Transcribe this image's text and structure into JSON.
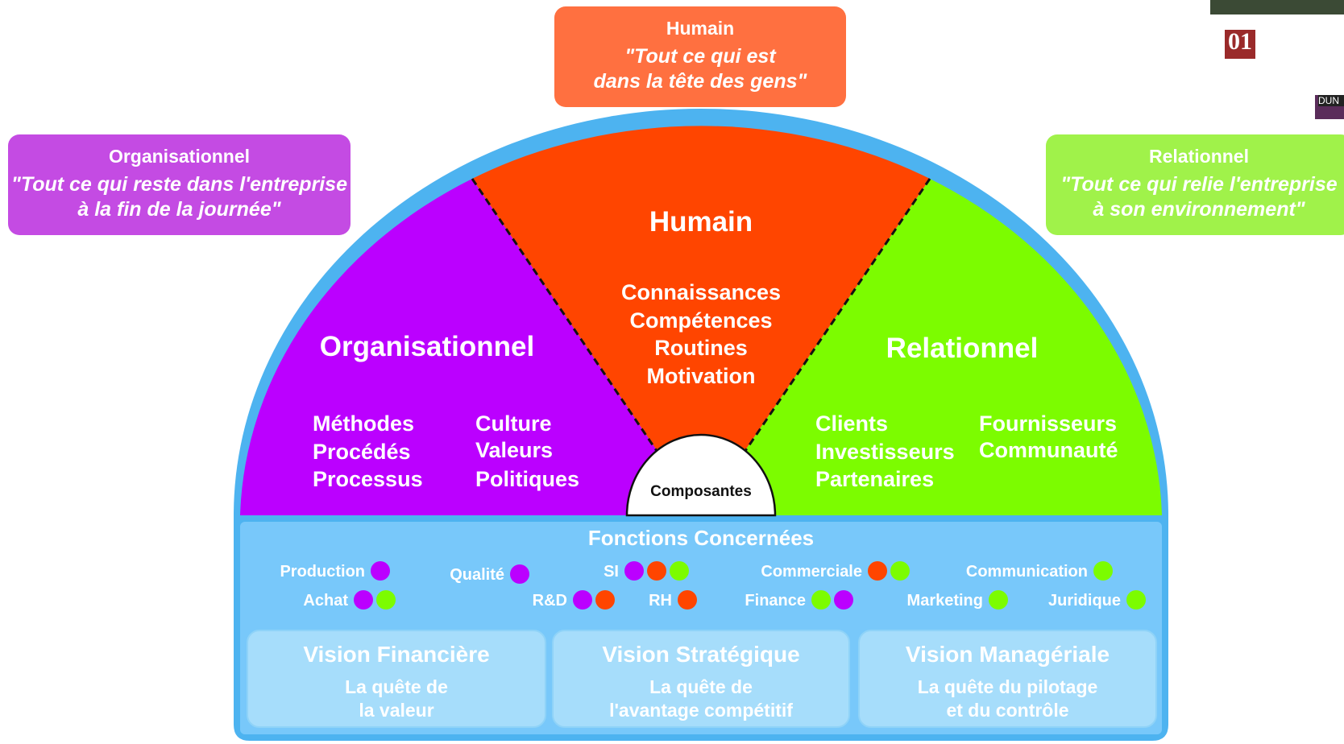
{
  "top_boxes": {
    "humain": {
      "title": "Humain",
      "quote_line1": "\"Tout ce qui est",
      "quote_line2": "dans la tête des gens\""
    },
    "organisationnel": {
      "title": "Organisationnel",
      "quote_line1": "\"Tout ce qui reste dans l'entreprise",
      "quote_line2": "à la fin de la journée\""
    },
    "relationnel": {
      "title": "Relationnel",
      "quote_line1": "\"Tout ce qui relie l'entreprise",
      "quote_line2": "à son environnement\""
    }
  },
  "sectors": {
    "humain": {
      "title": "Humain",
      "items": [
        "Connaissances",
        "Compétences",
        "Routines",
        "Motivation"
      ]
    },
    "organisationnel": {
      "title": "Organisationnel",
      "col1": [
        "Méthodes",
        "Procédés",
        "Processus"
      ],
      "col2": [
        "Culture",
        "Valeurs",
        "Politiques"
      ]
    },
    "relationnel": {
      "title": "Relationnel",
      "col1": [
        "Clients",
        "Investisseurs",
        "Partenaires"
      ],
      "col2": [
        "Fournisseurs",
        "Communauté"
      ]
    },
    "center_label": "Composantes"
  },
  "fonctions": {
    "title": "Fonctions Concernées",
    "items": [
      {
        "label": "Production",
        "dots": [
          "purple"
        ]
      },
      {
        "label": "Achat",
        "dots": [
          "purple",
          "green"
        ]
      },
      {
        "label": "Qualité",
        "dots": [
          "purple"
        ]
      },
      {
        "label": "R&D",
        "dots": [
          "purple",
          "orange"
        ]
      },
      {
        "label": "SI",
        "dots": [
          "purple",
          "orange",
          "green"
        ]
      },
      {
        "label": "RH",
        "dots": [
          "orange"
        ]
      },
      {
        "label": "Commerciale",
        "dots": [
          "orange",
          "green"
        ]
      },
      {
        "label": "Finance",
        "dots": [
          "green",
          "purple"
        ]
      },
      {
        "label": "Communication",
        "dots": [
          "green"
        ]
      },
      {
        "label": "Marketing",
        "dots": [
          "green"
        ]
      },
      {
        "label": "Juridique",
        "dots": [
          "green"
        ]
      }
    ]
  },
  "visions": [
    {
      "title": "Vision Financière",
      "subtitle": "La quête de\nla valeur"
    },
    {
      "title": "Vision Stratégique",
      "subtitle": "La quête de\nl'avantage compétitif"
    },
    {
      "title": "Vision Managériale",
      "subtitle": "La quête du pilotage\net du contrôle"
    }
  ],
  "logos": {
    "brand_01": "01",
    "brand_dun": "DUN"
  },
  "colors": {
    "purple": "#BB00FF",
    "orange": "#FF4500",
    "green": "#7CFC00",
    "blue_border": "#4DB3F0",
    "blue_panel": "#78C8FA"
  }
}
